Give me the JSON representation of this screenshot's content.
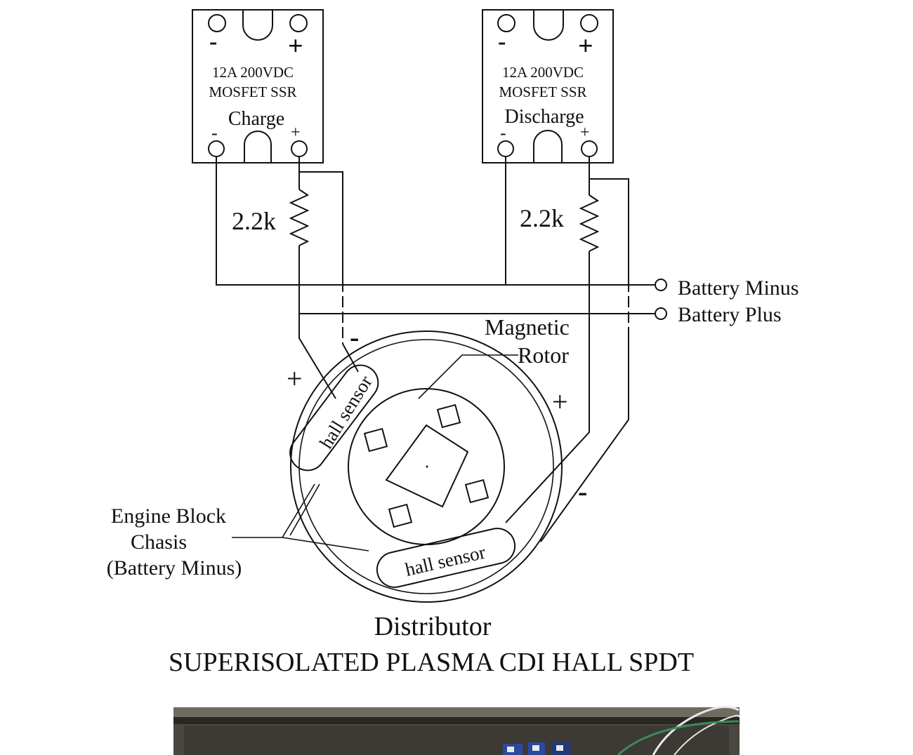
{
  "relays": [
    {
      "rating": "12A 200VDC",
      "type": "MOSFET SSR",
      "role": "Charge",
      "top_minus": "-",
      "top_plus": "+",
      "bottom_minus": "-",
      "bottom_plus": "+"
    },
    {
      "rating": "12A 200VDC",
      "type": "MOSFET SSR",
      "role": "Discharge",
      "top_minus": "-",
      "top_plus": "+",
      "bottom_minus": "-",
      "bottom_plus": "+"
    }
  ],
  "resistors": [
    "2.2k",
    "2.2k"
  ],
  "terminals": {
    "battery_minus": "Battery Minus",
    "battery_plus": "Battery Plus"
  },
  "distributor": {
    "rotor_label_line1": "Magnetic",
    "rotor_label_line2": "Rotor",
    "sensor_left": "hall sensor",
    "sensor_bottom": "hall sensor",
    "sensor_left_plus": "+",
    "sensor_left_minus": "-",
    "sensor_right_plus": "+",
    "sensor_right_minus": "-"
  },
  "ground_label": [
    "Engine Block",
    "Chasis",
    "(Battery Minus)"
  ],
  "caption": {
    "name": "Distributor",
    "title": "SUPERISOLATED PLASMA CDI HALL SPDT"
  },
  "photo": {
    "colors": {
      "frame": "#3a3631",
      "surface": "#4a4640",
      "wire_green": "#3a8c5a",
      "wire_white": "#e8e8e8",
      "component_blue": "#2a4aa0"
    }
  }
}
